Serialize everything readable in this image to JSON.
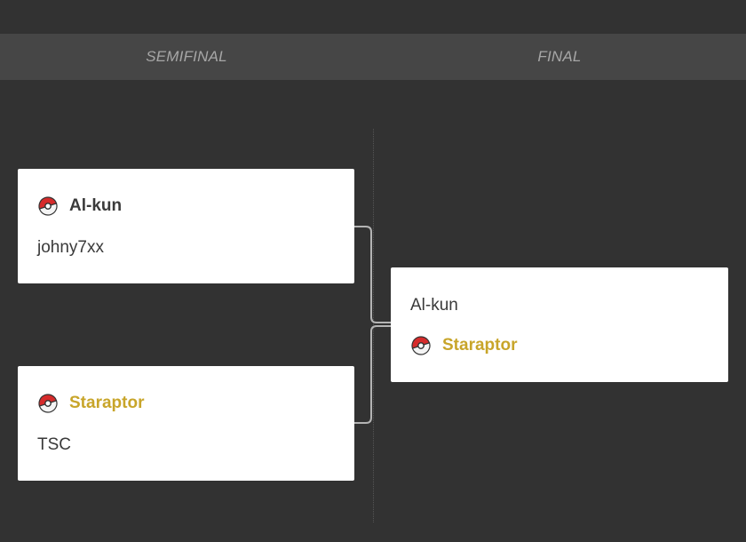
{
  "rounds": {
    "semifinal": "SEMIFINAL",
    "final": "FINAL"
  },
  "matches": [
    {
      "top": {
        "name": "Al-kun",
        "winner": true,
        "icon": "pokeball-icon"
      },
      "bottom": {
        "name": "johny7xx",
        "winner": false
      }
    },
    {
      "top": {
        "name": "Staraptor",
        "winner": true,
        "icon": "pokeball-icon"
      },
      "bottom": {
        "name": "TSC",
        "winner": false
      }
    },
    {
      "top": {
        "name": "Al-kun",
        "winner": false
      },
      "bottom": {
        "name": "Staraptor",
        "winner": true,
        "icon": "pokeball-icon"
      }
    }
  ],
  "colors": {
    "background": "#323232",
    "header": "#464646",
    "winner_highlight": "#c8a52a",
    "card": "#ffffff"
  }
}
